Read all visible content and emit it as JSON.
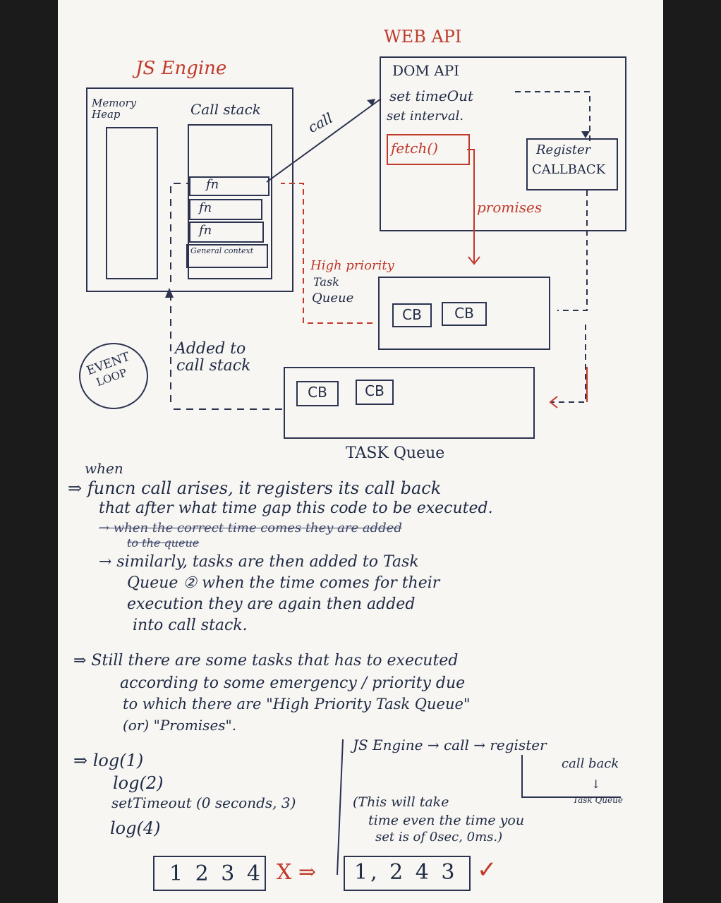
{
  "diagram": {
    "js_engine": {
      "title": "JS Engine",
      "memory_heap": "Memory Heap",
      "call_stack": "Call stack",
      "stack_frames": [
        "fn",
        "fn",
        "fn",
        "General context"
      ]
    },
    "web_api": {
      "title": "WEB API",
      "dom_api": "DOM API",
      "set_timeout": "set timeOut",
      "set_interval": "set interval.",
      "fetch": "fetch()",
      "register_callback": [
        "Register",
        "CALLBACK"
      ],
      "promises": "promises"
    },
    "call_label": "call",
    "high_priority": [
      "High priority",
      "Task",
      "Queue"
    ],
    "high_queue_items": [
      "CB",
      "CB"
    ],
    "task_queue_items": [
      "CB",
      "CB"
    ],
    "task_queue_label": "TASK Queue",
    "event_loop": [
      "EVENT",
      "LOOP"
    ],
    "added_to_call_stack": [
      "Added to",
      "call stack"
    ]
  },
  "notes": {
    "when": "when",
    "para1": [
      "⇒ funcn call arises, it registers its call back",
      "that after what time gap this code to be executed."
    ],
    "struck": [
      "→ when the correct time comes they are added",
      "to the queue"
    ],
    "para2": [
      "→ similarly, tasks are then added to Task",
      "Queue ② when the time comes for their",
      "execution they are again then added",
      "into call stack."
    ],
    "para3": [
      "⇒ Still there are some tasks that has to executed",
      "according to some emergency / priority due",
      "to which there are \"High Priority Task Queue\"",
      "(or) \"Promises\"."
    ]
  },
  "code": {
    "lines": [
      "⇒ log(1)",
      "log(2)",
      "setTimeout (0 seconds, 3)",
      "log(4)"
    ],
    "flow": [
      "JS Engine → call → register",
      "call back",
      "↓",
      "Task Queue"
    ],
    "comment": [
      "(This will take",
      "time even the time you",
      "set is of 0sec, 0ms.)"
    ],
    "wrong_answer": "1 2 3 4",
    "wrong_mark": "X ⇒",
    "right_answer": "1, 2 4 3",
    "right_mark": "✓"
  }
}
